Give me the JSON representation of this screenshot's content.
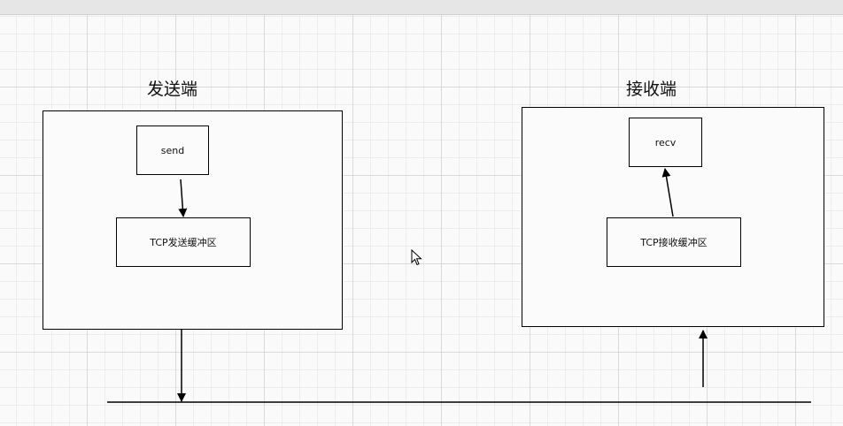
{
  "sender": {
    "title": "发送端",
    "send_label": "send",
    "buffer_label": "TCP发送缓冲区"
  },
  "receiver": {
    "title": "接收端",
    "recv_label": "recv",
    "buffer_label": "TCP接收缓冲区"
  },
  "colors": {
    "line": "#000000",
    "box_fill": "#fbfbfb",
    "grid": "#d9d9d9"
  },
  "icons": {
    "pointer": "mouse-pointer-icon"
  }
}
